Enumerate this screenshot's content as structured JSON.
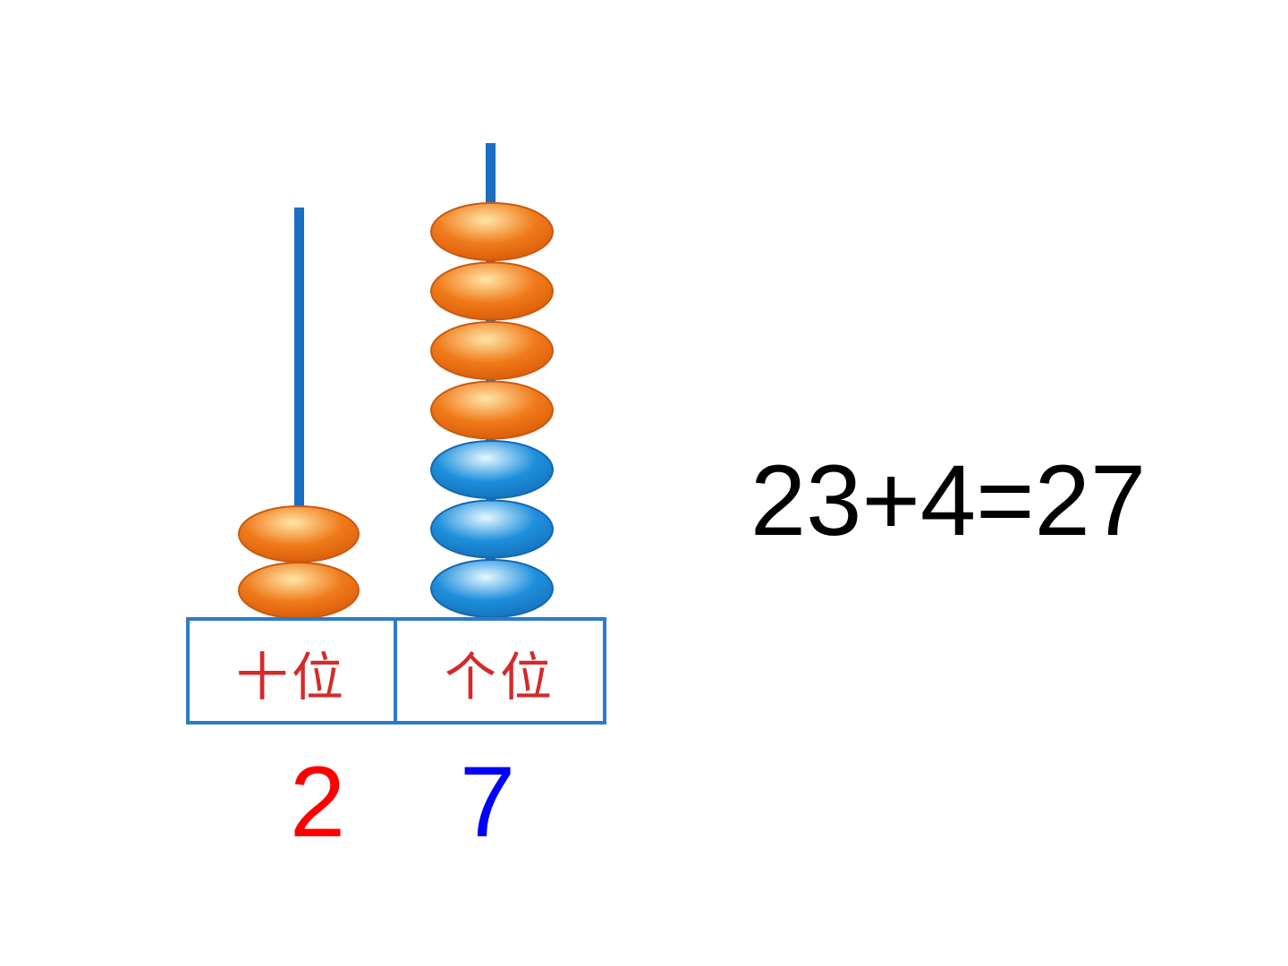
{
  "abacus": {
    "colors": {
      "rod": "#1a6fc0",
      "frame": "#2a7bd0",
      "bead_orange": "#f07a1a",
      "bead_orange_highlight": "#ffe6a8",
      "bead_blue": "#1e8fdc",
      "bead_blue_highlight": "#e6f8ff",
      "label_text": "#d42a2a"
    },
    "columns": [
      {
        "label": "十位",
        "digit": "2",
        "digit_color": "#ff0000",
        "beads": [
          "orange",
          "orange"
        ]
      },
      {
        "label": "个位",
        "digit": "7",
        "digit_color": "#0000ff",
        "beads": [
          "orange",
          "orange",
          "orange",
          "orange",
          "blue",
          "blue",
          "blue"
        ]
      }
    ]
  },
  "equation": {
    "text": "23+4=27",
    "color": "#000000"
  }
}
